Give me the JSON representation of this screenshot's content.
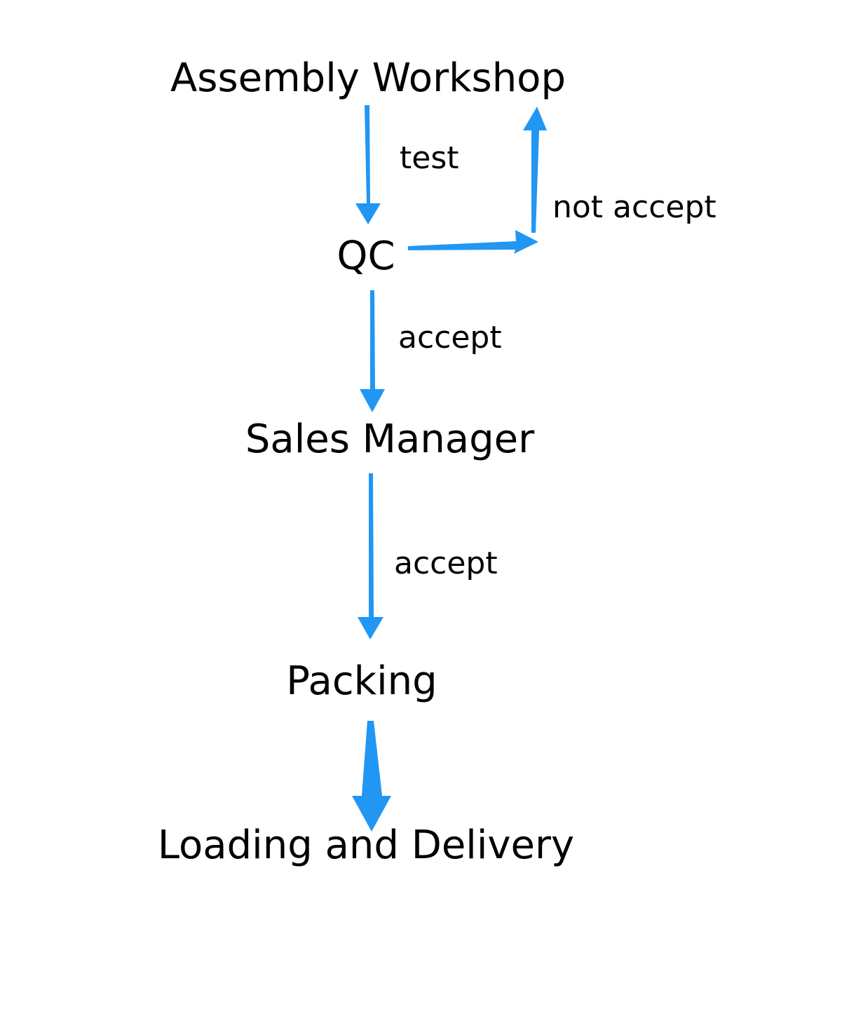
{
  "diagram": {
    "arrow_color": "#2196F3",
    "text_color": "#000000",
    "nodes": {
      "assembly": "Assembly Workshop",
      "qc": "QC",
      "sales": "Sales Manager",
      "packing": "Packing",
      "delivery": "Loading and Delivery"
    },
    "edges": {
      "test": "test",
      "not_accept": "not accept",
      "accept_qc_sales": "accept",
      "accept_sales_packing": "accept"
    }
  }
}
